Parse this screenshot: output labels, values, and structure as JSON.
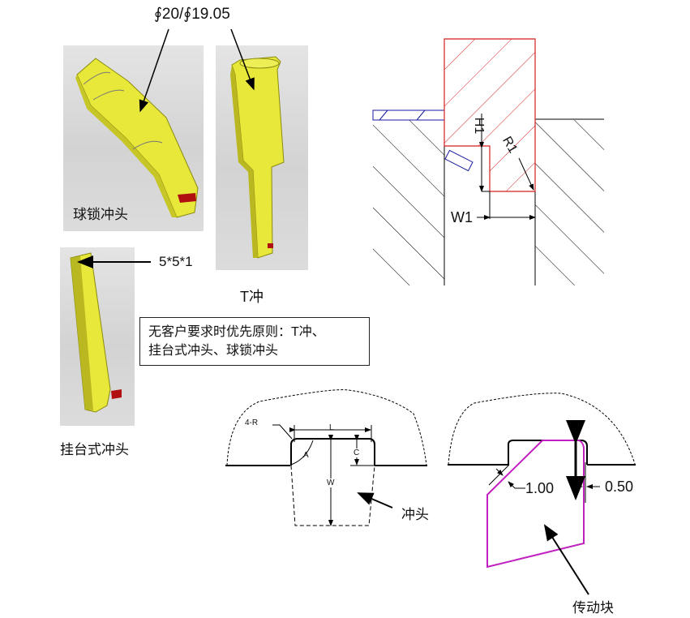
{
  "top_dimension_label": "∮20/∮19.05",
  "photos": {
    "ball_lock_punch": {
      "caption": "球锁冲头"
    },
    "t_punch": {
      "caption": "T冲"
    },
    "hanging_punch": {
      "caption": "挂台式冲头",
      "callout": "5*5*1"
    }
  },
  "note": {
    "line1": "无客户要求时优先原则：T冲、",
    "line2": "挂台式冲头、球锁冲头"
  },
  "section_diagram": {
    "labels": {
      "h1": "H1",
      "r1": "R1",
      "w1": "W1"
    },
    "colors": {
      "punch_outline": "#d42020",
      "stripper": "#1a1aa0",
      "die": "#000000"
    }
  },
  "punch_profile_diagram": {
    "labels": {
      "radius": "4-R",
      "length": "L",
      "angle": "A",
      "clearance": "C",
      "width": "W",
      "pointer": "冲头"
    }
  },
  "drive_block_diagram": {
    "labels": {
      "gap_a": "1.00",
      "gap_b": "0.50",
      "pointer": "传动块"
    },
    "colors": {
      "drive_block": "#c020c0"
    }
  },
  "colors": {
    "part_yellow": "#e8e83a",
    "part_shadow": "#b9b820",
    "part_red": "#b01010"
  }
}
